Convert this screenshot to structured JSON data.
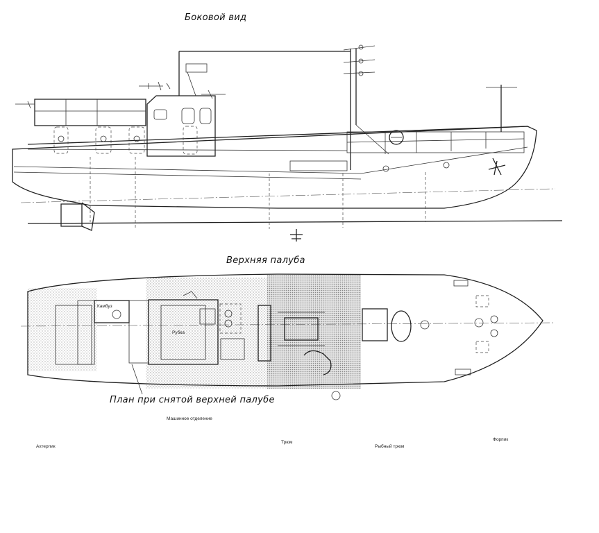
{
  "views": {
    "side": {
      "title": "Боковой вид"
    },
    "deck": {
      "title": "Верхняя палуба"
    },
    "plan": {
      "title": "План при снятой верхней палубе"
    }
  },
  "labels": {
    "deck_cabin": "Рубка",
    "deck_galley": "Камбуз",
    "plan_engine": "Машинное отделение",
    "plan_hold": "Трюм",
    "plan_forepeak": "Форпик",
    "plan_aft": "Ахтерпик",
    "plan_fish_hold": "Рыбный трюм"
  },
  "colors": {
    "line": "#222222",
    "shade": "#c8c8c8",
    "paper": "#ffffff"
  }
}
